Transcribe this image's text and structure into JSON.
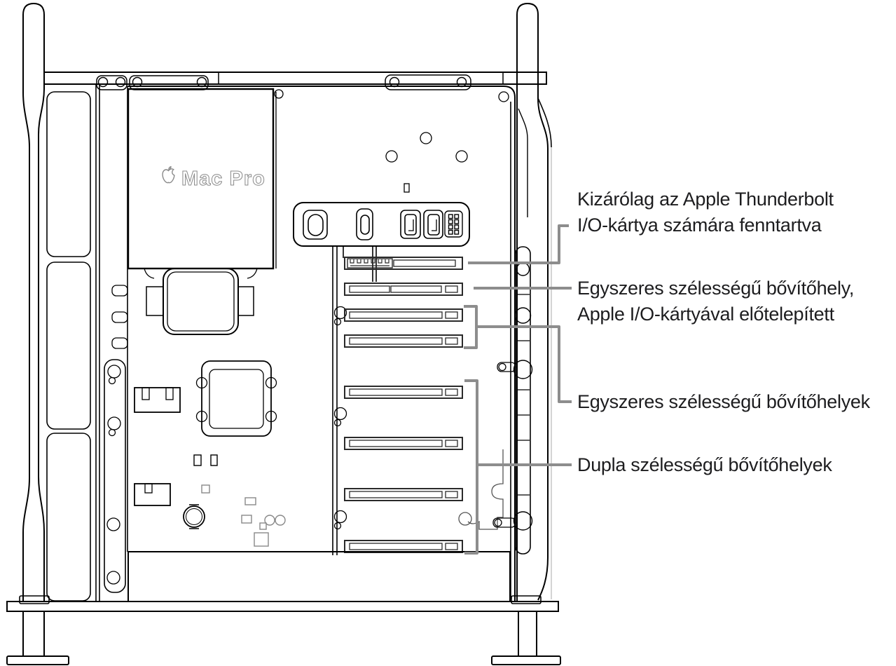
{
  "diagram": {
    "device_logo": "Mac Pro",
    "callouts": {
      "thunderbolt_reserved": {
        "line1": "Kizárólag az Apple Thunderbolt",
        "line2": "I/O-kártya számára fenntartva",
        "points_to": "slot-1"
      },
      "single_wide_preinstalled": {
        "line1": "Egyszeres szélességű bővítőhely,",
        "line2": "Apple I/O-kártyával előtelepített",
        "points_to": "slot-2"
      },
      "single_wide": {
        "line1": "Egyszeres szélességű bővítőhelyek",
        "points_to": "slots-3-4"
      },
      "double_wide": {
        "line1": "Dupla szélességű bővítőhelyek",
        "points_to": "slots-5-8"
      }
    },
    "slots": {
      "count": 8,
      "single_wide_group": [
        3,
        4
      ],
      "double_wide_group": [
        5,
        6,
        7,
        8
      ]
    },
    "colors": {
      "outline": "#000000",
      "slot_outline": "#2a2a2a",
      "callout_line": "#8d8d8d",
      "light_panel_line": "#c6c6c6",
      "label_text": "#1d1d1f",
      "logo_outline": "#8a8a8a",
      "background": "#ffffff"
    }
  }
}
